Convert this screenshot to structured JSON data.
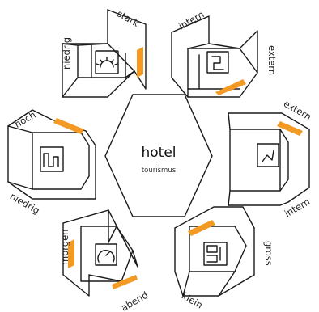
{
  "center": {
    "title": "hotel",
    "subtitle": "tourismus"
  },
  "colors": {
    "accent": "#f39a25",
    "stroke": "#1a1a1a"
  },
  "modules": [
    {
      "id": "light",
      "icon": "sun-window-icon",
      "labels": {
        "a": "stark",
        "b": "niedrig"
      }
    },
    {
      "id": "access",
      "icon": "corridor-plan-icon",
      "labels": {
        "a": "intern",
        "b": "extern"
      }
    },
    {
      "id": "access-b",
      "icon": "entrance-plan-icon",
      "labels": {
        "a": "extern",
        "b": "intern"
      }
    },
    {
      "id": "size",
      "icon": "floorplan-icon",
      "labels": {
        "a": "gross",
        "b": "klein"
      }
    },
    {
      "id": "time",
      "icon": "clock-icon",
      "labels": {
        "a": "abend",
        "b": "morgen"
      }
    },
    {
      "id": "height",
      "icon": "building-icon",
      "labels": {
        "a": "hoch",
        "b": "niedrig"
      }
    }
  ]
}
